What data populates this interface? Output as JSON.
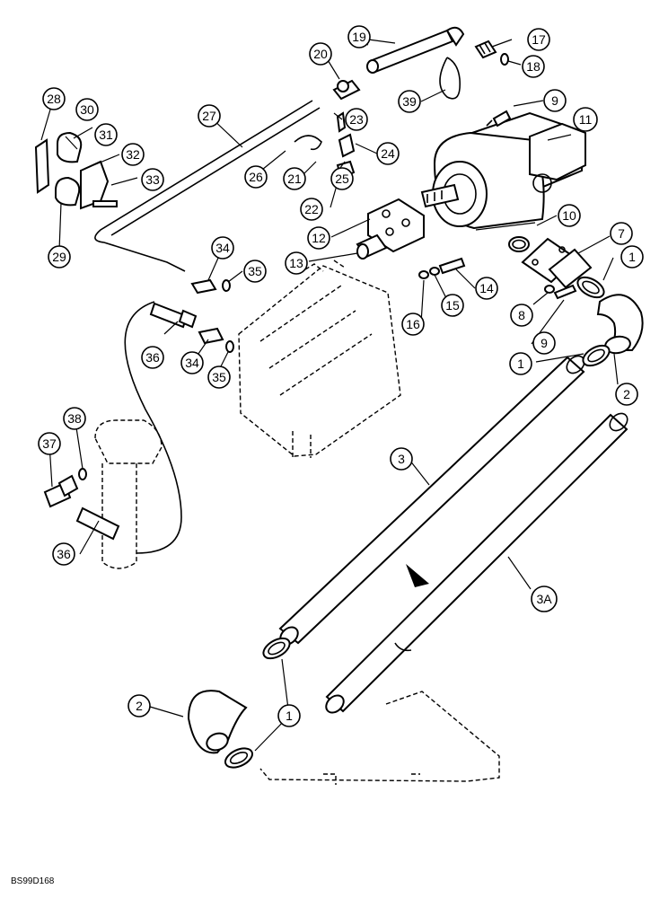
{
  "diagram": {
    "reference_code": "BS99D168",
    "callouts": [
      {
        "id": "c1a",
        "label": "1"
      },
      {
        "id": "c1b",
        "label": "1"
      },
      {
        "id": "c1c",
        "label": "1"
      },
      {
        "id": "c2a",
        "label": "2"
      },
      {
        "id": "c2b",
        "label": "2"
      },
      {
        "id": "c3",
        "label": "3"
      },
      {
        "id": "c3a",
        "label": "3A"
      },
      {
        "id": "c7",
        "label": "7"
      },
      {
        "id": "c8",
        "label": "8"
      },
      {
        "id": "c9a",
        "label": "9"
      },
      {
        "id": "c9b",
        "label": "9"
      },
      {
        "id": "c10",
        "label": "10"
      },
      {
        "id": "c11",
        "label": "11"
      },
      {
        "id": "c12",
        "label": "12"
      },
      {
        "id": "c13",
        "label": "13"
      },
      {
        "id": "c14",
        "label": "14"
      },
      {
        "id": "c15",
        "label": "15"
      },
      {
        "id": "c16",
        "label": "16"
      },
      {
        "id": "c17",
        "label": "17"
      },
      {
        "id": "c18",
        "label": "18"
      },
      {
        "id": "c19",
        "label": "19"
      },
      {
        "id": "c20",
        "label": "20"
      },
      {
        "id": "c21",
        "label": "21"
      },
      {
        "id": "c22",
        "label": "22"
      },
      {
        "id": "c23",
        "label": "23"
      },
      {
        "id": "c24",
        "label": "24"
      },
      {
        "id": "c25",
        "label": "25"
      },
      {
        "id": "c26",
        "label": "26"
      },
      {
        "id": "c27",
        "label": "27"
      },
      {
        "id": "c28",
        "label": "28"
      },
      {
        "id": "c29",
        "label": "29"
      },
      {
        "id": "c30",
        "label": "30"
      },
      {
        "id": "c31",
        "label": "31"
      },
      {
        "id": "c32",
        "label": "32"
      },
      {
        "id": "c33",
        "label": "33"
      },
      {
        "id": "c34a",
        "label": "34"
      },
      {
        "id": "c34b",
        "label": "34"
      },
      {
        "id": "c35a",
        "label": "35"
      },
      {
        "id": "c35b",
        "label": "35"
      },
      {
        "id": "c36a",
        "label": "36"
      },
      {
        "id": "c36b",
        "label": "36"
      },
      {
        "id": "c37",
        "label": "37"
      },
      {
        "id": "c38",
        "label": "38"
      },
      {
        "id": "c39",
        "label": "39"
      }
    ]
  }
}
